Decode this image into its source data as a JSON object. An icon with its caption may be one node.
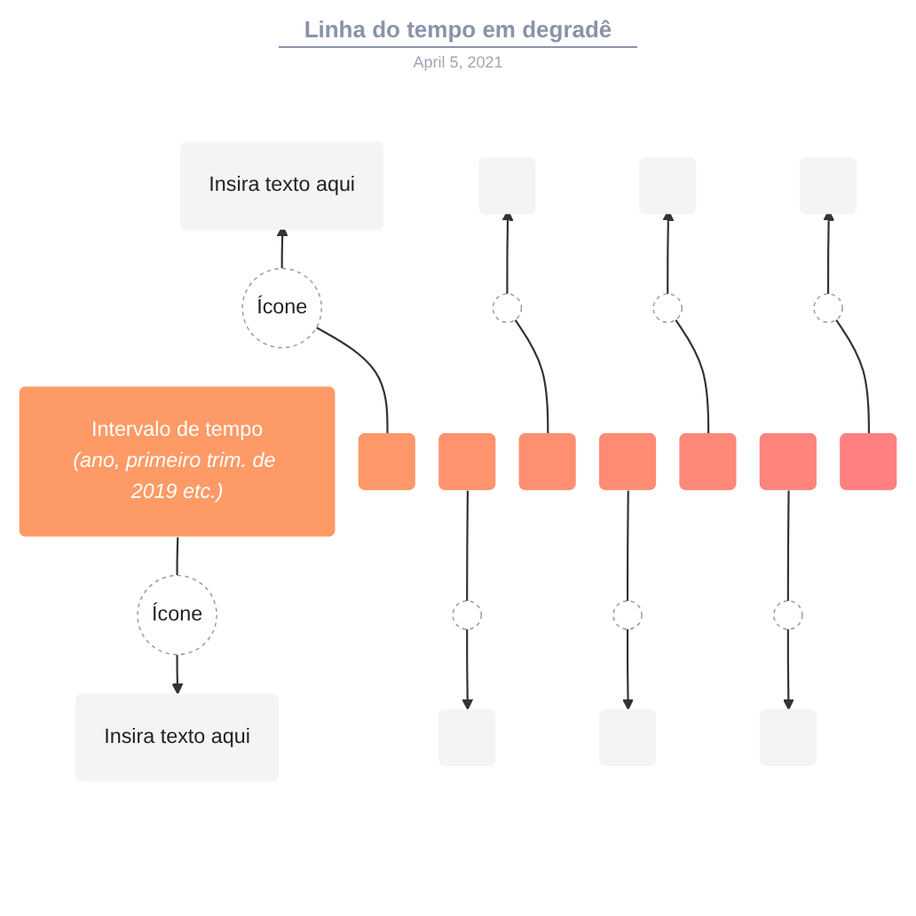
{
  "diagram": {
    "title": "Linha do tempo em degradê",
    "nodes": [
      {
        "text": [
          "Intervalo de tempo",
          "(ano, primeiro trim. de 2019 etc.)"
        ]
      },
      {
        "text": [
          "Ícone"
        ]
      },
      {
        "text": [
          "Insira texto aqui"
        ]
      },
      {
        "text": [],
        "shape": "box"
      },
      {
        "text": [
          "Ícone"
        ]
      },
      {
        "text": [
          "Insira texto aqui"
        ]
      },
      {
        "text": [],
        "shape": "box"
      },
      {
        "text": [],
        "shape": "circle"
      },
      {
        "text": [],
        "shape": "box"
      },
      {
        "text": [],
        "shape": "box"
      },
      {
        "text": [],
        "shape": "circle"
      },
      {
        "text": [],
        "shape": "box"
      },
      {
        "text": [],
        "shape": "box"
      },
      {
        "text": [],
        "shape": "circle"
      },
      {
        "text": [],
        "shape": "box"
      },
      {
        "text": [],
        "shape": "box"
      },
      {
        "text": [],
        "shape": "circle"
      },
      {
        "text": [],
        "shape": "box"
      },
      {
        "text": [],
        "shape": "box"
      },
      {
        "text": [],
        "shape": "circle"
      },
      {
        "text": [],
        "shape": "box"
      },
      {
        "text": [],
        "shape": "box"
      },
      {
        "text": [],
        "shape": "circle"
      },
      {
        "text": [],
        "shape": "box"
      }
    ],
    "edges": [
      {
        "from": 0,
        "to": 1,
        "arrow": "none"
      },
      {
        "from": 1,
        "to": 2,
        "arrow": "to"
      },
      {
        "from": 3,
        "to": 4,
        "arrow": "none"
      },
      {
        "from": 4,
        "to": 5,
        "arrow": "to"
      },
      {
        "from": 6,
        "to": 7,
        "arrow": "none"
      },
      {
        "from": 7,
        "to": 8,
        "arrow": "to"
      },
      {
        "from": 9,
        "to": 10,
        "arrow": "none"
      },
      {
        "from": 10,
        "to": 11,
        "arrow": "to"
      },
      {
        "from": 12,
        "to": 13,
        "arrow": "none"
      },
      {
        "from": 13,
        "to": 14,
        "arrow": "to"
      },
      {
        "from": 15,
        "to": 16,
        "arrow": "none"
      },
      {
        "from": 16,
        "to": 17,
        "arrow": "to"
      },
      {
        "from": 18,
        "to": 19,
        "arrow": "none"
      },
      {
        "from": 19,
        "to": 20,
        "arrow": "to"
      },
      {
        "from": 21,
        "to": 22,
        "arrow": "none"
      },
      {
        "from": 22,
        "to": 23,
        "arrow": "to"
      }
    ],
    "labels": [
      "April 5, 2021"
    ]
  }
}
